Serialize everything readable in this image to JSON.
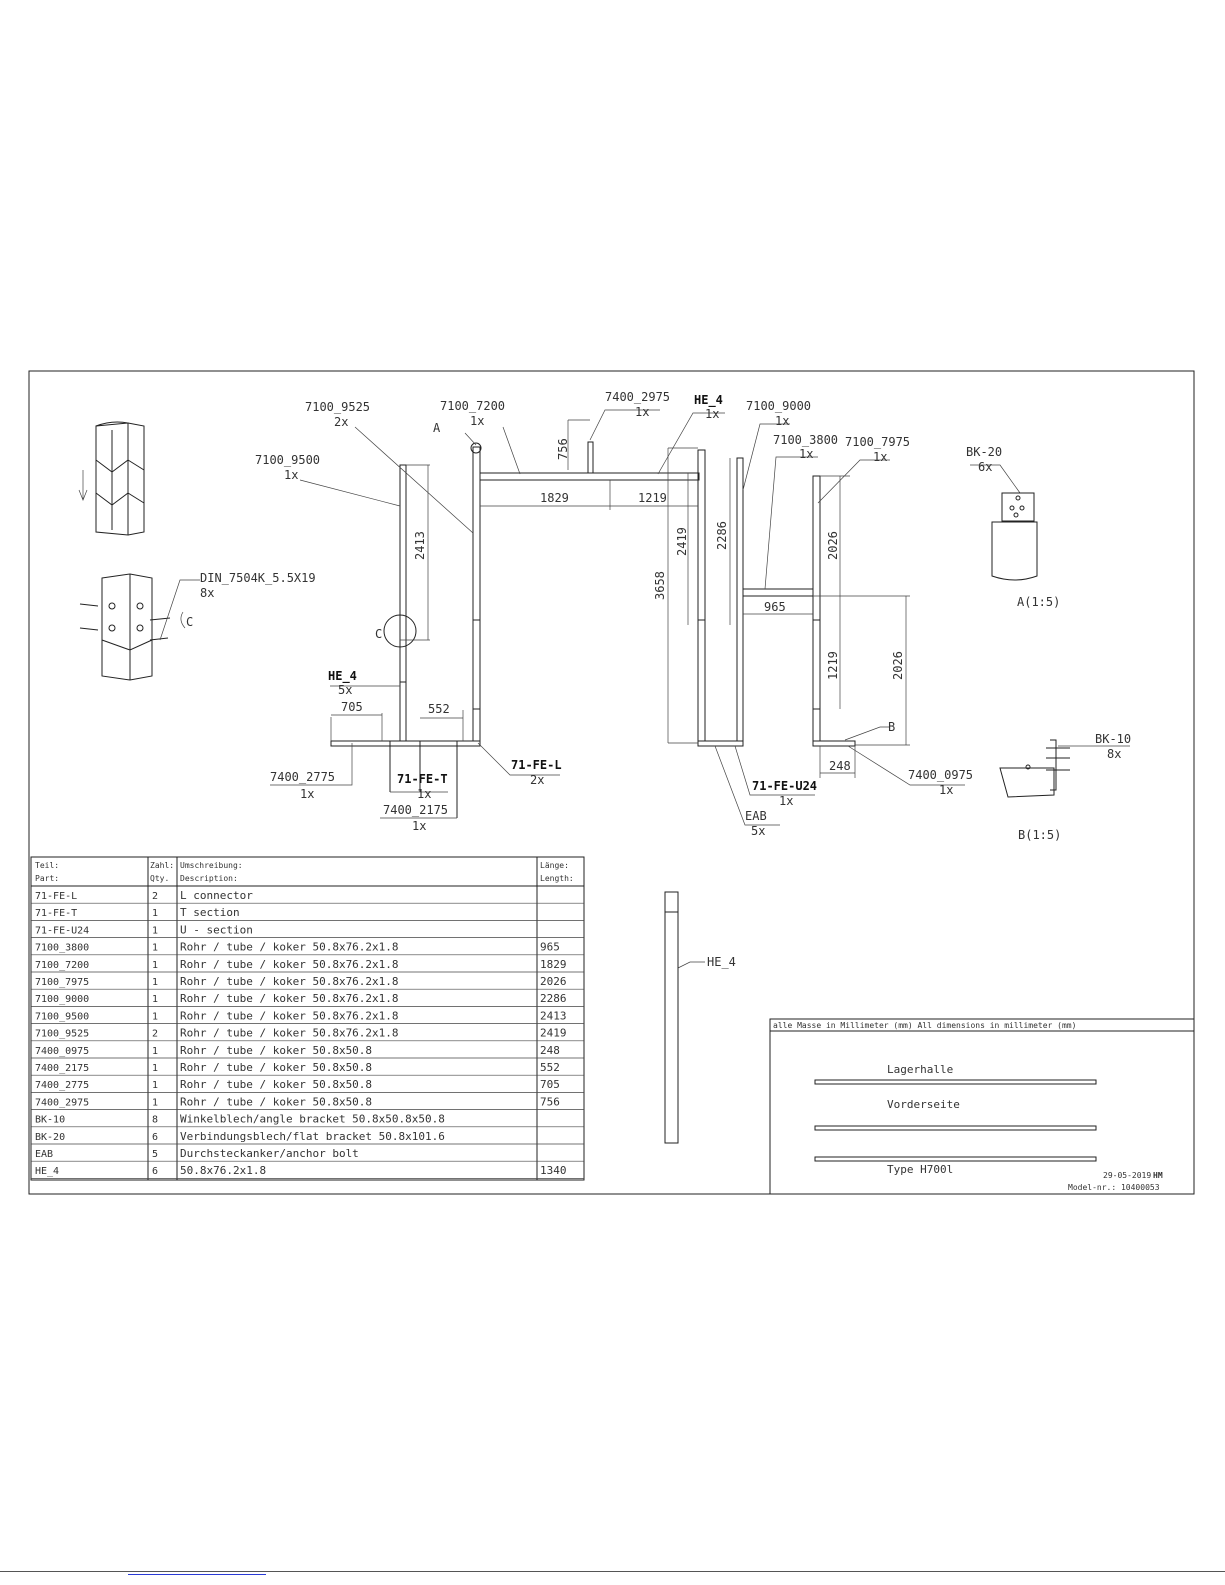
{
  "labels": {
    "l_7100_9525": "7100_9525",
    "q_7100_9525": "2x",
    "l_7100_9500": "7100_9500",
    "q_7100_9500": "1x",
    "l_A": "A",
    "l_7100_7200": "7100_7200",
    "q_7100_7200": "1x",
    "l_7400_2975": "7400_2975",
    "q_7400_2975": "1x",
    "l_HE4_top": "HE_4",
    "q_HE4_top": "1x",
    "l_7100_9000": "7100_9000",
    "q_7100_9000": "1x",
    "l_7100_3800": "7100_3800",
    "q_7100_3800": "1x",
    "l_7100_7975": "7100_7975",
    "q_7100_7975": "1x",
    "l_BK20": "BK-20",
    "q_BK20": "6x",
    "l_DIN": "DIN_7504K_5.5X19",
    "q_DIN": "8x",
    "l_C": "C",
    "l_C2": "C",
    "l_HE4_left": "HE_4",
    "q_HE4_left": "5x",
    "l_7400_2775": "7400_2775",
    "q_7400_2775": "1x",
    "l_71FET": "71-FE-T",
    "q_71FET": "1x",
    "l_7400_2175": "7400_2175",
    "q_7400_2175": "1x",
    "l_71FEL": "71-FE-L",
    "q_71FEL": "2x",
    "l_EAB": "EAB",
    "q_EAB": "5x",
    "l_71FEU24": "71-FE-U24",
    "q_71FEU24": "1x",
    "l_B": "B",
    "l_7400_0975": "7400_0975",
    "q_7400_0975": "1x",
    "l_BK10": "BK-10",
    "q_BK10": "8x",
    "l_A15": "A(1:5)",
    "l_B15": "B(1:5)",
    "l_HE4_side": "HE_4"
  },
  "dimensions": {
    "d756": "756",
    "d1829": "1829",
    "d1219a": "1219",
    "d2413": "2413",
    "d3658": "3658",
    "d2419": "2419",
    "d2286": "2286",
    "d2026a": "2026",
    "d965": "965",
    "d1219b": "1219",
    "d2026b": "2026",
    "d705": "705",
    "d552": "552",
    "d248": "248"
  },
  "parts_table": {
    "header": {
      "part_de": "Teil:",
      "part_en": "Part:",
      "qty_de": "Zahl:",
      "qty_en": "Qty.",
      "desc_de": "Umschreibung:",
      "desc_en": "Description:",
      "len_de": "Länge:",
      "len_en": "Length:"
    },
    "rows": [
      {
        "part": "71-FE-L",
        "qty": "2",
        "desc": "L connector",
        "len": ""
      },
      {
        "part": "71-FE-T",
        "qty": "1",
        "desc": "T section",
        "len": ""
      },
      {
        "part": "71-FE-U24",
        "qty": "1",
        "desc": "U - section",
        "len": ""
      },
      {
        "part": "7100_3800",
        "qty": "1",
        "desc": "Rohr / tube / koker 50.8x76.2x1.8",
        "len": "965"
      },
      {
        "part": "7100_7200",
        "qty": "1",
        "desc": "Rohr / tube / koker 50.8x76.2x1.8",
        "len": "1829"
      },
      {
        "part": "7100_7975",
        "qty": "1",
        "desc": "Rohr / tube / koker 50.8x76.2x1.8",
        "len": "2026"
      },
      {
        "part": "7100_9000",
        "qty": "1",
        "desc": "Rohr / tube / koker 50.8x76.2x1.8",
        "len": "2286"
      },
      {
        "part": "7100_9500",
        "qty": "1",
        "desc": "Rohr / tube / koker 50.8x76.2x1.8",
        "len": "2413"
      },
      {
        "part": "7100_9525",
        "qty": "2",
        "desc": "Rohr / tube / koker 50.8x76.2x1.8",
        "len": "2419"
      },
      {
        "part": "7400_0975",
        "qty": "1",
        "desc": "Rohr / tube / koker 50.8x50.8",
        "len": "248"
      },
      {
        "part": "7400_2175",
        "qty": "1",
        "desc": "Rohr / tube / koker 50.8x50.8",
        "len": "552"
      },
      {
        "part": "7400_2775",
        "qty": "1",
        "desc": "Rohr / tube / koker 50.8x50.8",
        "len": "705"
      },
      {
        "part": "7400_2975",
        "qty": "1",
        "desc": "Rohr / tube / koker 50.8x50.8",
        "len": "756"
      },
      {
        "part": "BK-10",
        "qty": "8",
        "desc": "Winkelblech/angle bracket 50.8x50.8x50.8",
        "len": ""
      },
      {
        "part": "BK-20",
        "qty": "6",
        "desc": "Verbindungsblech/flat bracket 50.8x101.6",
        "len": ""
      },
      {
        "part": "EAB",
        "qty": "5",
        "desc": "Durchsteckanker/anchor bolt",
        "len": ""
      },
      {
        "part": "HE_4",
        "qty": "6",
        "desc": "50.8x76.2x1.8",
        "len": "1340"
      }
    ]
  },
  "title_block": {
    "note": "alle Masse in Millimeter (mm) All dimensions in millimeter (mm)",
    "line1": "Lagerhalle",
    "line2": "Vorderseite",
    "line3": "Type H700l",
    "date": "29-05-2019",
    "initials": "HM",
    "model": "Model-nr.: 10400053"
  }
}
